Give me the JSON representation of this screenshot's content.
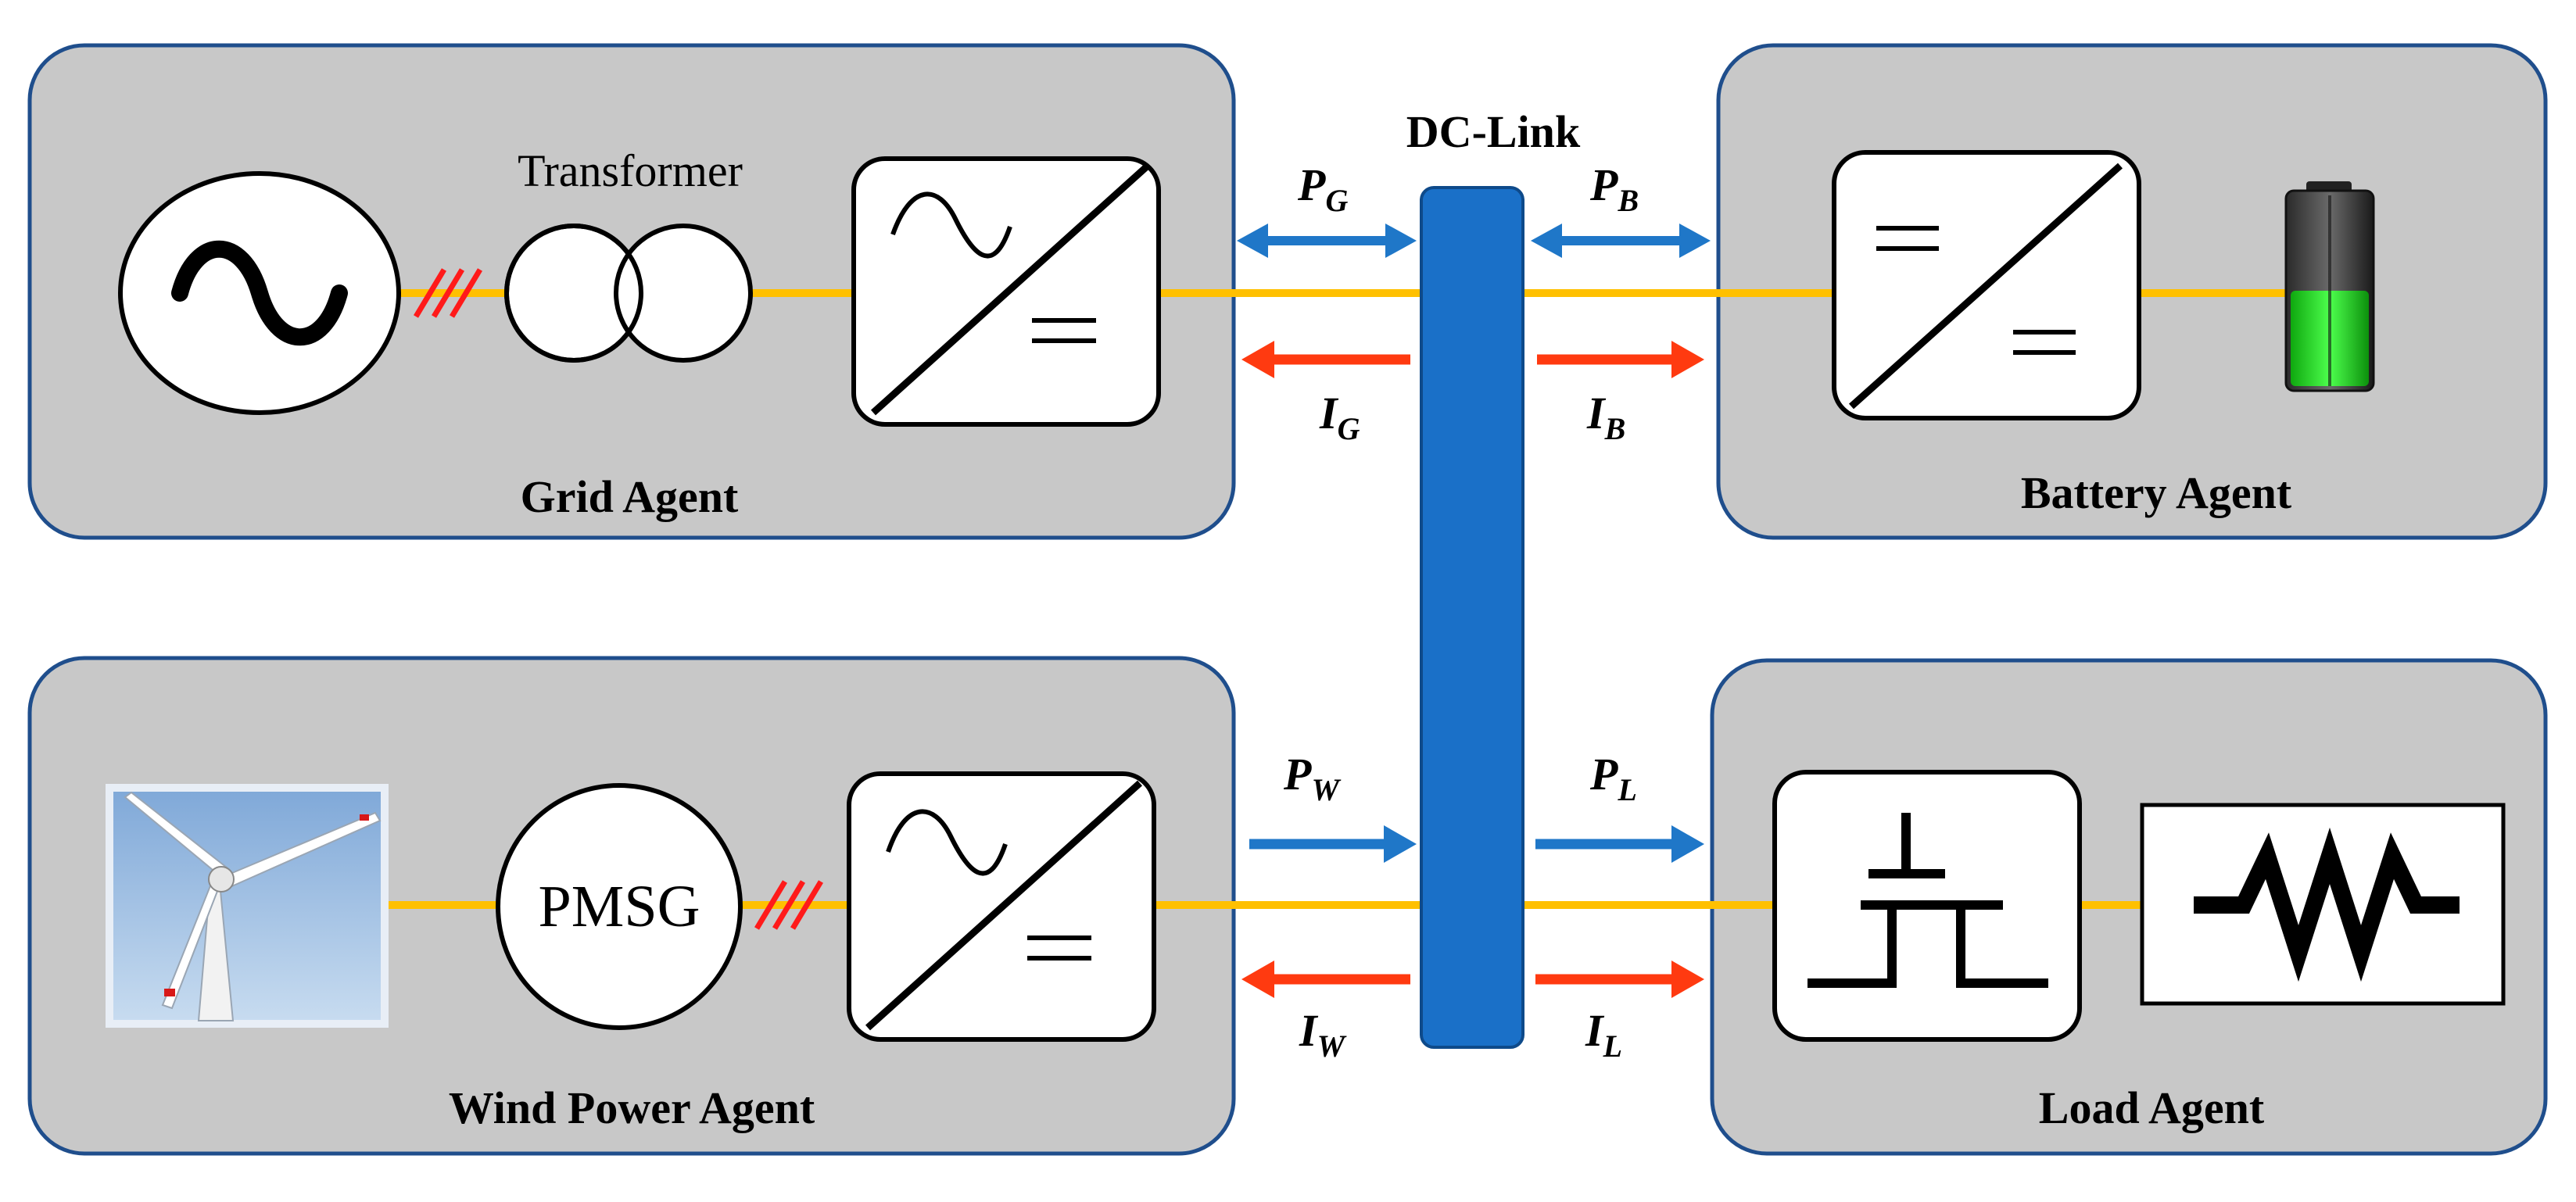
{
  "colors": {
    "panel_fill": "#c8c8c8",
    "panel_stroke": "#1f4e8c",
    "bus_fill": "#1a70c8",
    "power_wire": "#ffc000",
    "three_phase_marks": "#ff1a1a",
    "power_arrow": "#1f77c8",
    "current_arrow": "#ff3a10",
    "battery_charge": "#22dd22"
  },
  "dc_link": {
    "label": "DC-Link"
  },
  "grid_agent": {
    "title": "Grid Agent",
    "transformer_label": "Transformer",
    "icons": [
      "ac-source-icon",
      "transformer-icon",
      "ac-dc-converter-icon"
    ],
    "power_symbol": "P",
    "power_sub": "G",
    "current_symbol": "I",
    "current_sub": "G"
  },
  "battery_agent": {
    "title": "Battery Agent",
    "icons": [
      "dc-dc-converter-icon",
      "battery-icon"
    ],
    "power_symbol": "P",
    "power_sub": "B",
    "current_symbol": "I",
    "current_sub": "B"
  },
  "wind_agent": {
    "title": "Wind Power Agent",
    "generator_label": "PMSG",
    "icons": [
      "wind-turbine-icon",
      "generator-icon",
      "ac-dc-converter-icon"
    ],
    "power_symbol": "P",
    "power_sub": "W",
    "current_symbol": "I",
    "current_sub": "W"
  },
  "load_agent": {
    "title": "Load Agent",
    "icons": [
      "switch-icon",
      "resistor-icon"
    ],
    "power_symbol": "P",
    "power_sub": "L",
    "current_symbol": "I",
    "current_sub": "L"
  }
}
